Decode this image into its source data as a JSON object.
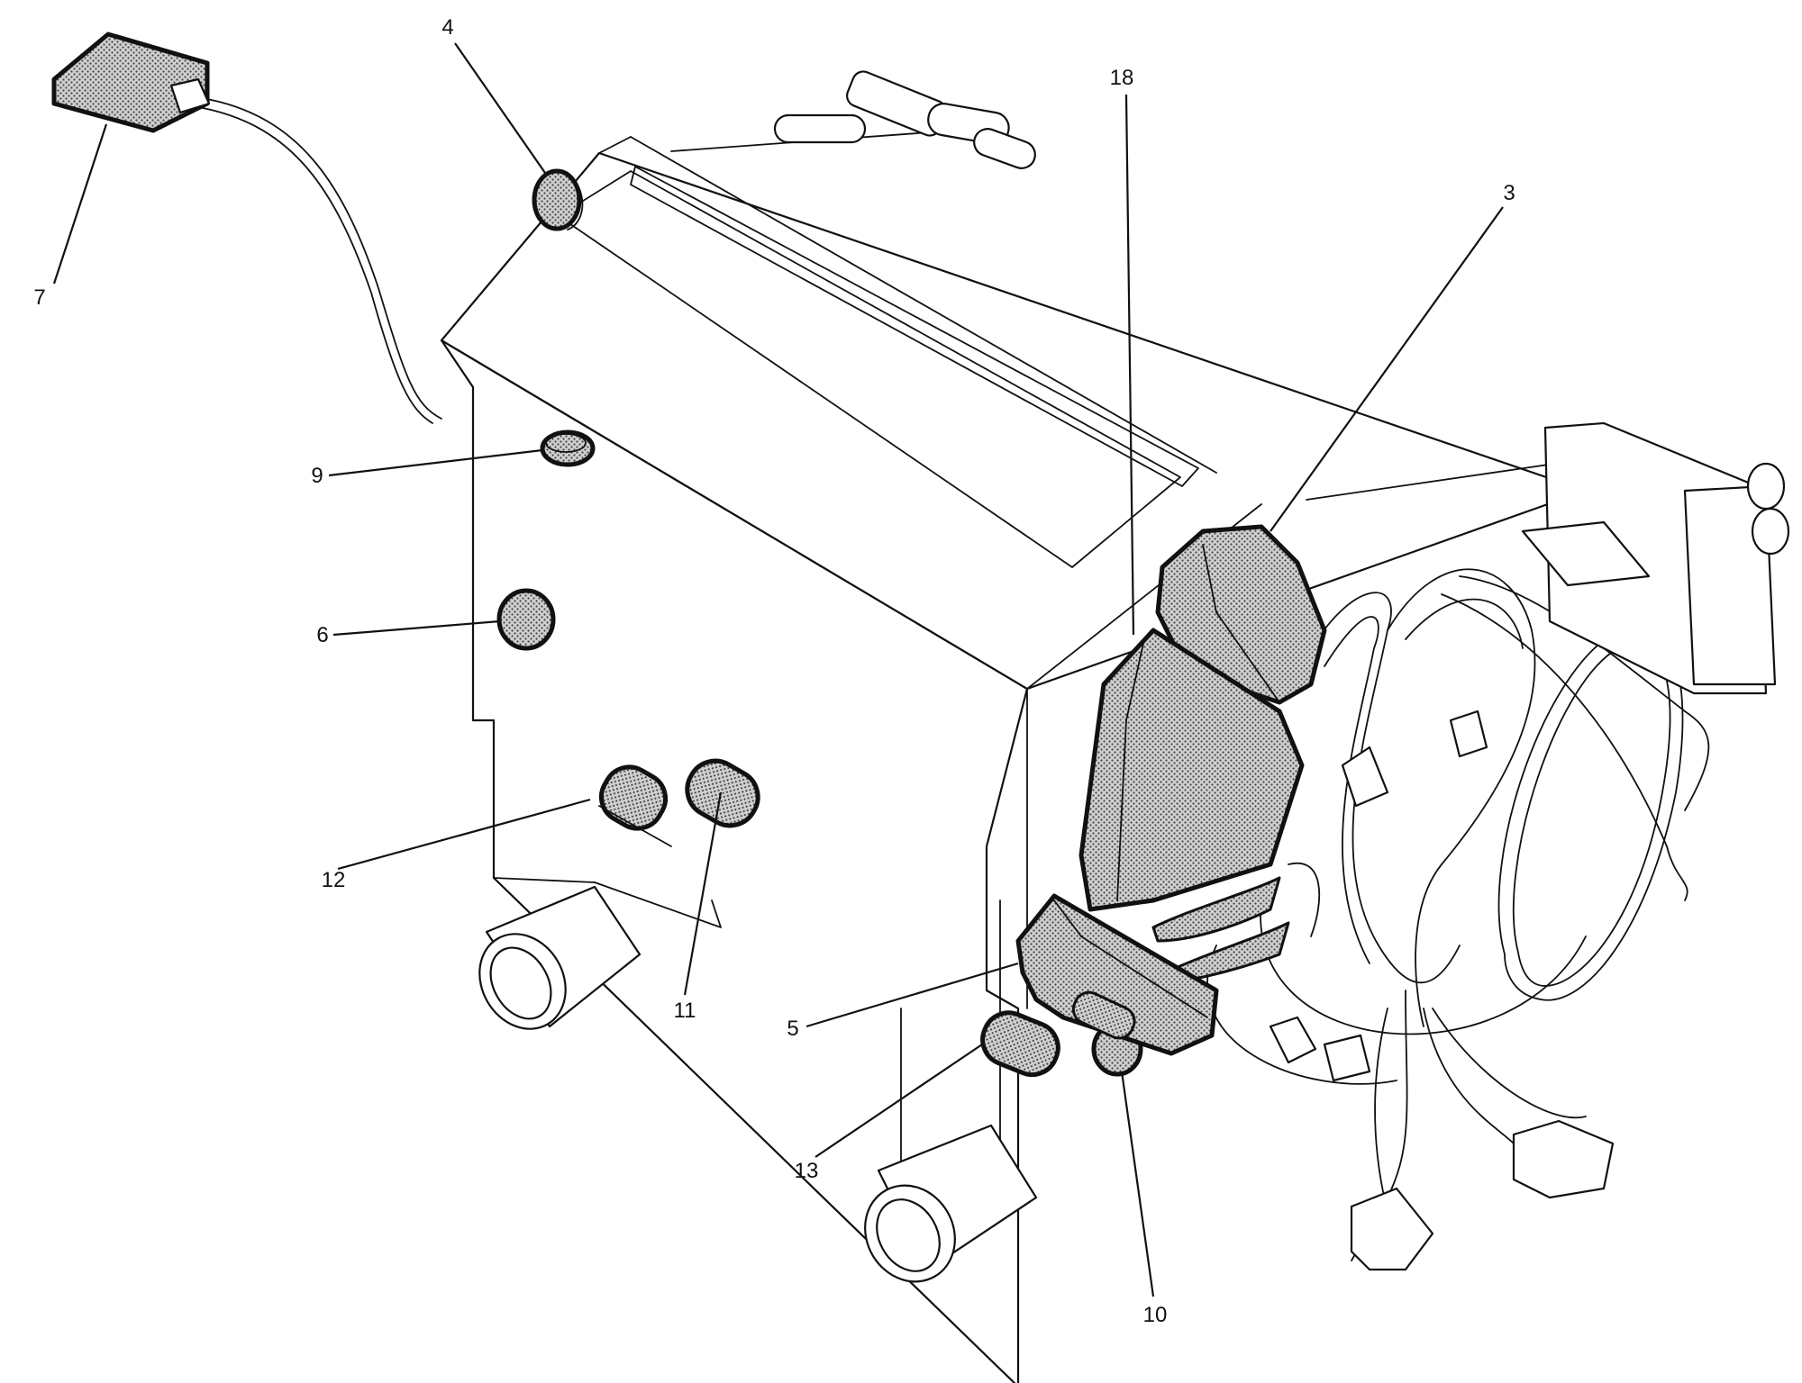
{
  "callouts": [
    {
      "id": "7",
      "label": "7"
    },
    {
      "id": "4",
      "label": "4"
    },
    {
      "id": "18",
      "label": "18"
    },
    {
      "id": "3",
      "label": "3"
    },
    {
      "id": "9",
      "label": "9"
    },
    {
      "id": "6",
      "label": "6"
    },
    {
      "id": "12",
      "label": "12"
    },
    {
      "id": "11",
      "label": "11"
    },
    {
      "id": "5",
      "label": "5"
    },
    {
      "id": "13",
      "label": "13"
    },
    {
      "id": "10",
      "label": "10"
    }
  ],
  "colors": {
    "line": "#111111",
    "background": "#ffffff",
    "stipple_fill": "#c8c8c8"
  }
}
